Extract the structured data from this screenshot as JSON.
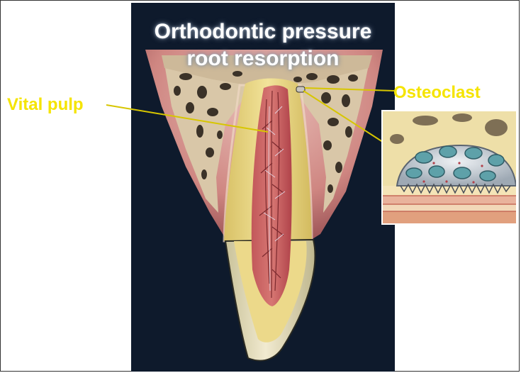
{
  "figure": {
    "title_lines": [
      "Orthodontic pressure",
      "root resorption"
    ],
    "labels": {
      "pulp": "Vital pulp",
      "osteoclast": "Osteoclast"
    }
  },
  "colors": {
    "background": "#0e1a2c",
    "label_text": "#f5e400",
    "leader_line": "#d7c600",
    "gum": "#d98c86",
    "bone": "#d9c7a8",
    "dentin": "#e8d47a",
    "pulp": "#b84b49",
    "enamel": "#e9e1b9"
  },
  "icons": [
    "tooth-crosssection-illustration",
    "osteoclast-inset-illustration"
  ]
}
